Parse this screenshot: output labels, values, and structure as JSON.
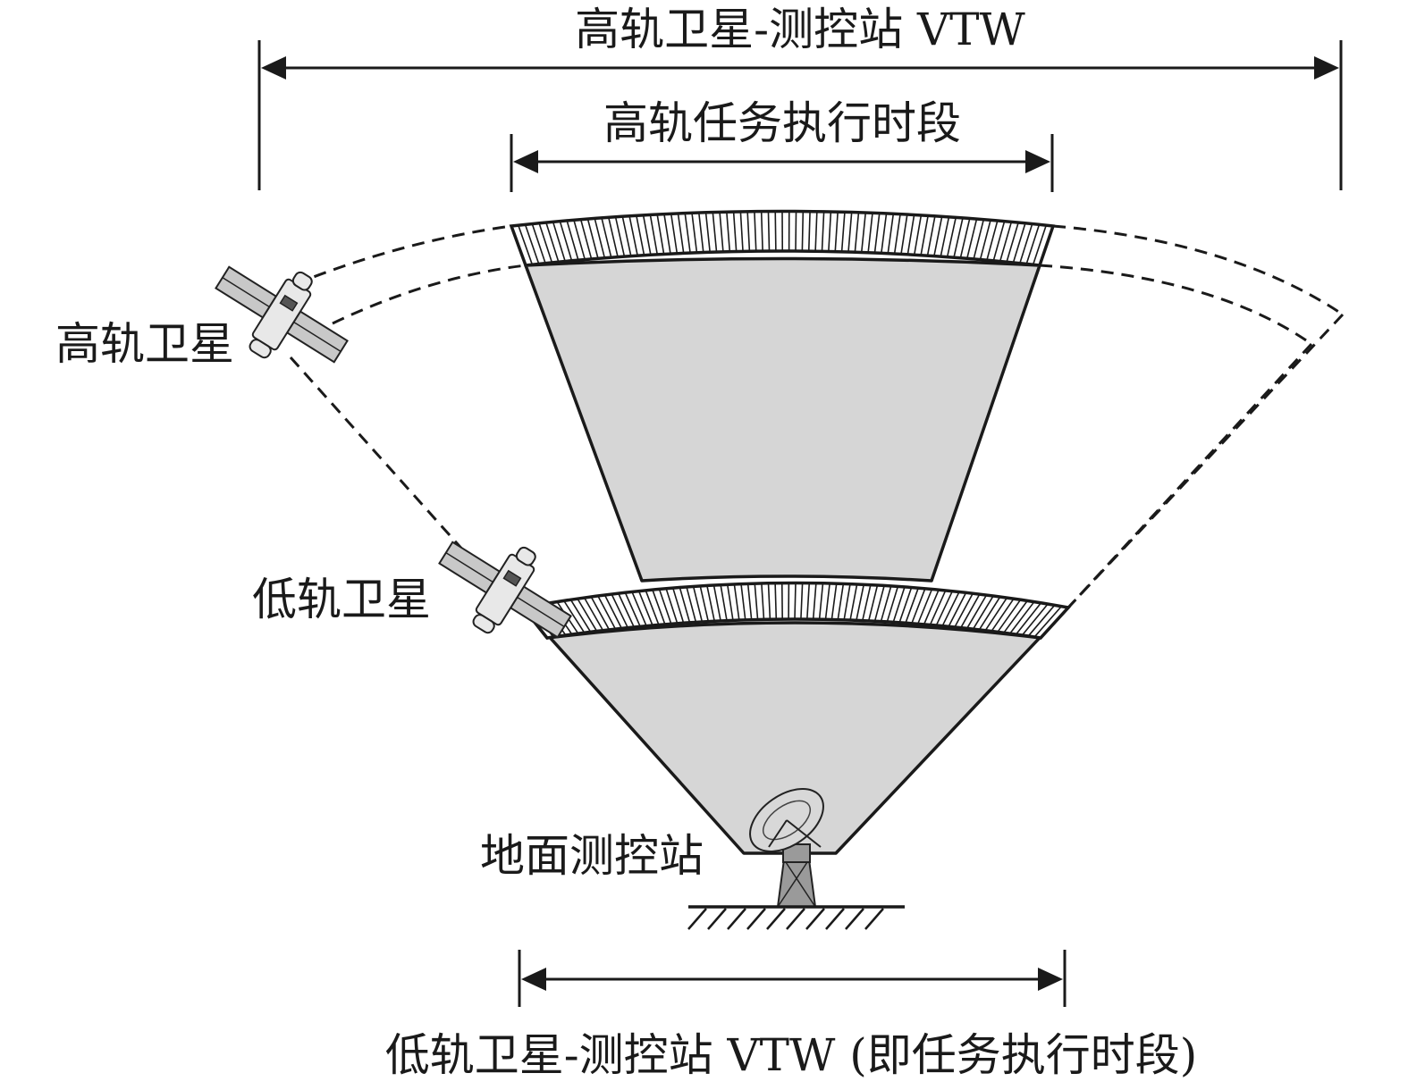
{
  "labels": {
    "geo_vtw": "高轨卫星-测控站 VTW",
    "geo_task": "高轨任务执行时段",
    "geo_satellite": "高轨卫星",
    "leo_satellite": "低轨卫星",
    "ground_station": "地面测控站",
    "leo_vtw": "低轨卫星-测控站 VTW (即任务执行时段)"
  }
}
